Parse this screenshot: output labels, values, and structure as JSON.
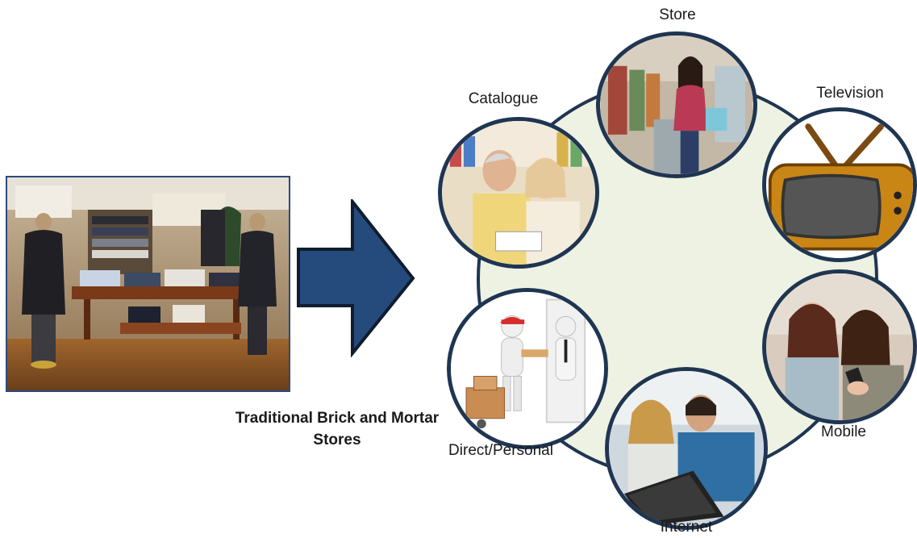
{
  "left_panel": {
    "image_name": "clothing-store-photo",
    "caption_line1": "Traditional Brick and Mortar",
    "caption_line2": "Stores"
  },
  "arrow": {
    "color": "#254a7c",
    "outline_color": "#0f1d2e"
  },
  "ring": {
    "fill_color": "#eef2e2",
    "border_color": "#1f3552"
  },
  "channels": [
    {
      "key": "store",
      "label": "Store",
      "image": "woman-shopping-icon"
    },
    {
      "key": "television",
      "label": "Television",
      "image": "retro-tv-icon"
    },
    {
      "key": "mobile",
      "label": "Mobile",
      "image": "women-with-phone-icon"
    },
    {
      "key": "internet",
      "label": "Internet",
      "image": "couple-with-laptop-icon"
    },
    {
      "key": "direct",
      "label": "Direct/Personal",
      "image": "delivery-person-icon"
    },
    {
      "key": "catalogue",
      "label": "Catalogue",
      "image": "couple-reading-catalogue-icon"
    }
  ]
}
